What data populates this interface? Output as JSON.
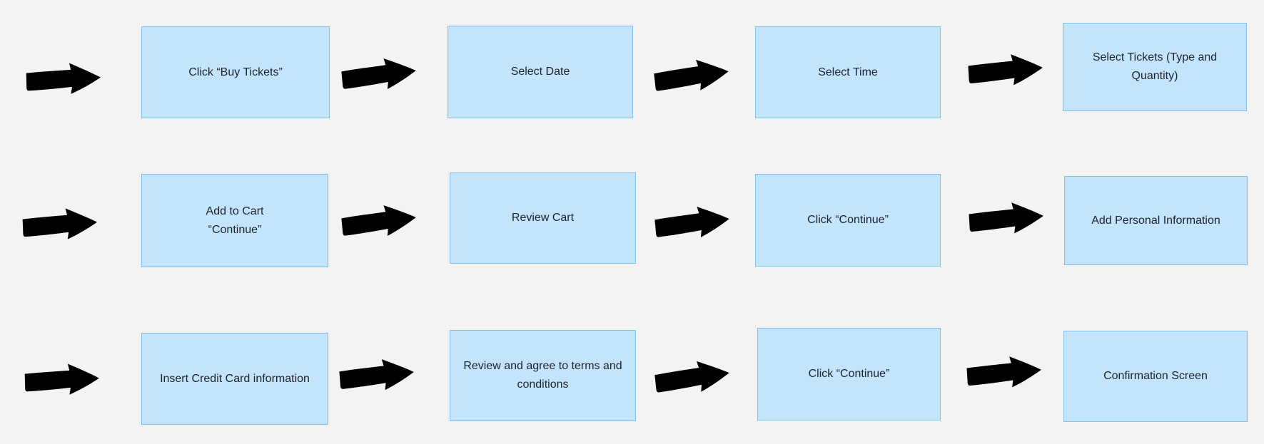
{
  "diagram": {
    "colors": {
      "background": "#f3f3f4",
      "box_fill": "#c3e4fd",
      "box_border": "#82bfee",
      "arrow_stroke": "#0d0d0d",
      "text": "#1f2329"
    },
    "arrow_icon": "hand-drawn-right-arrow-icon",
    "rows": [
      {
        "steps": [
          {
            "label": "Click “Buy Tickets”"
          },
          {
            "label": "Select Date"
          },
          {
            "label": "Select Time"
          },
          {
            "label": "Select Tickets (Type and Quantity)"
          }
        ]
      },
      {
        "steps": [
          {
            "label": "Add to Cart\n“Continue”"
          },
          {
            "label": "Review Cart"
          },
          {
            "label": "Click “Continue”"
          },
          {
            "label": "Add Personal Information"
          }
        ]
      },
      {
        "steps": [
          {
            "label": "Insert Credit Card information"
          },
          {
            "label": "Review and agree to terms and conditions"
          },
          {
            "label": "Click “Continue”"
          },
          {
            "label": "Confirmation Screen"
          }
        ]
      }
    ]
  }
}
